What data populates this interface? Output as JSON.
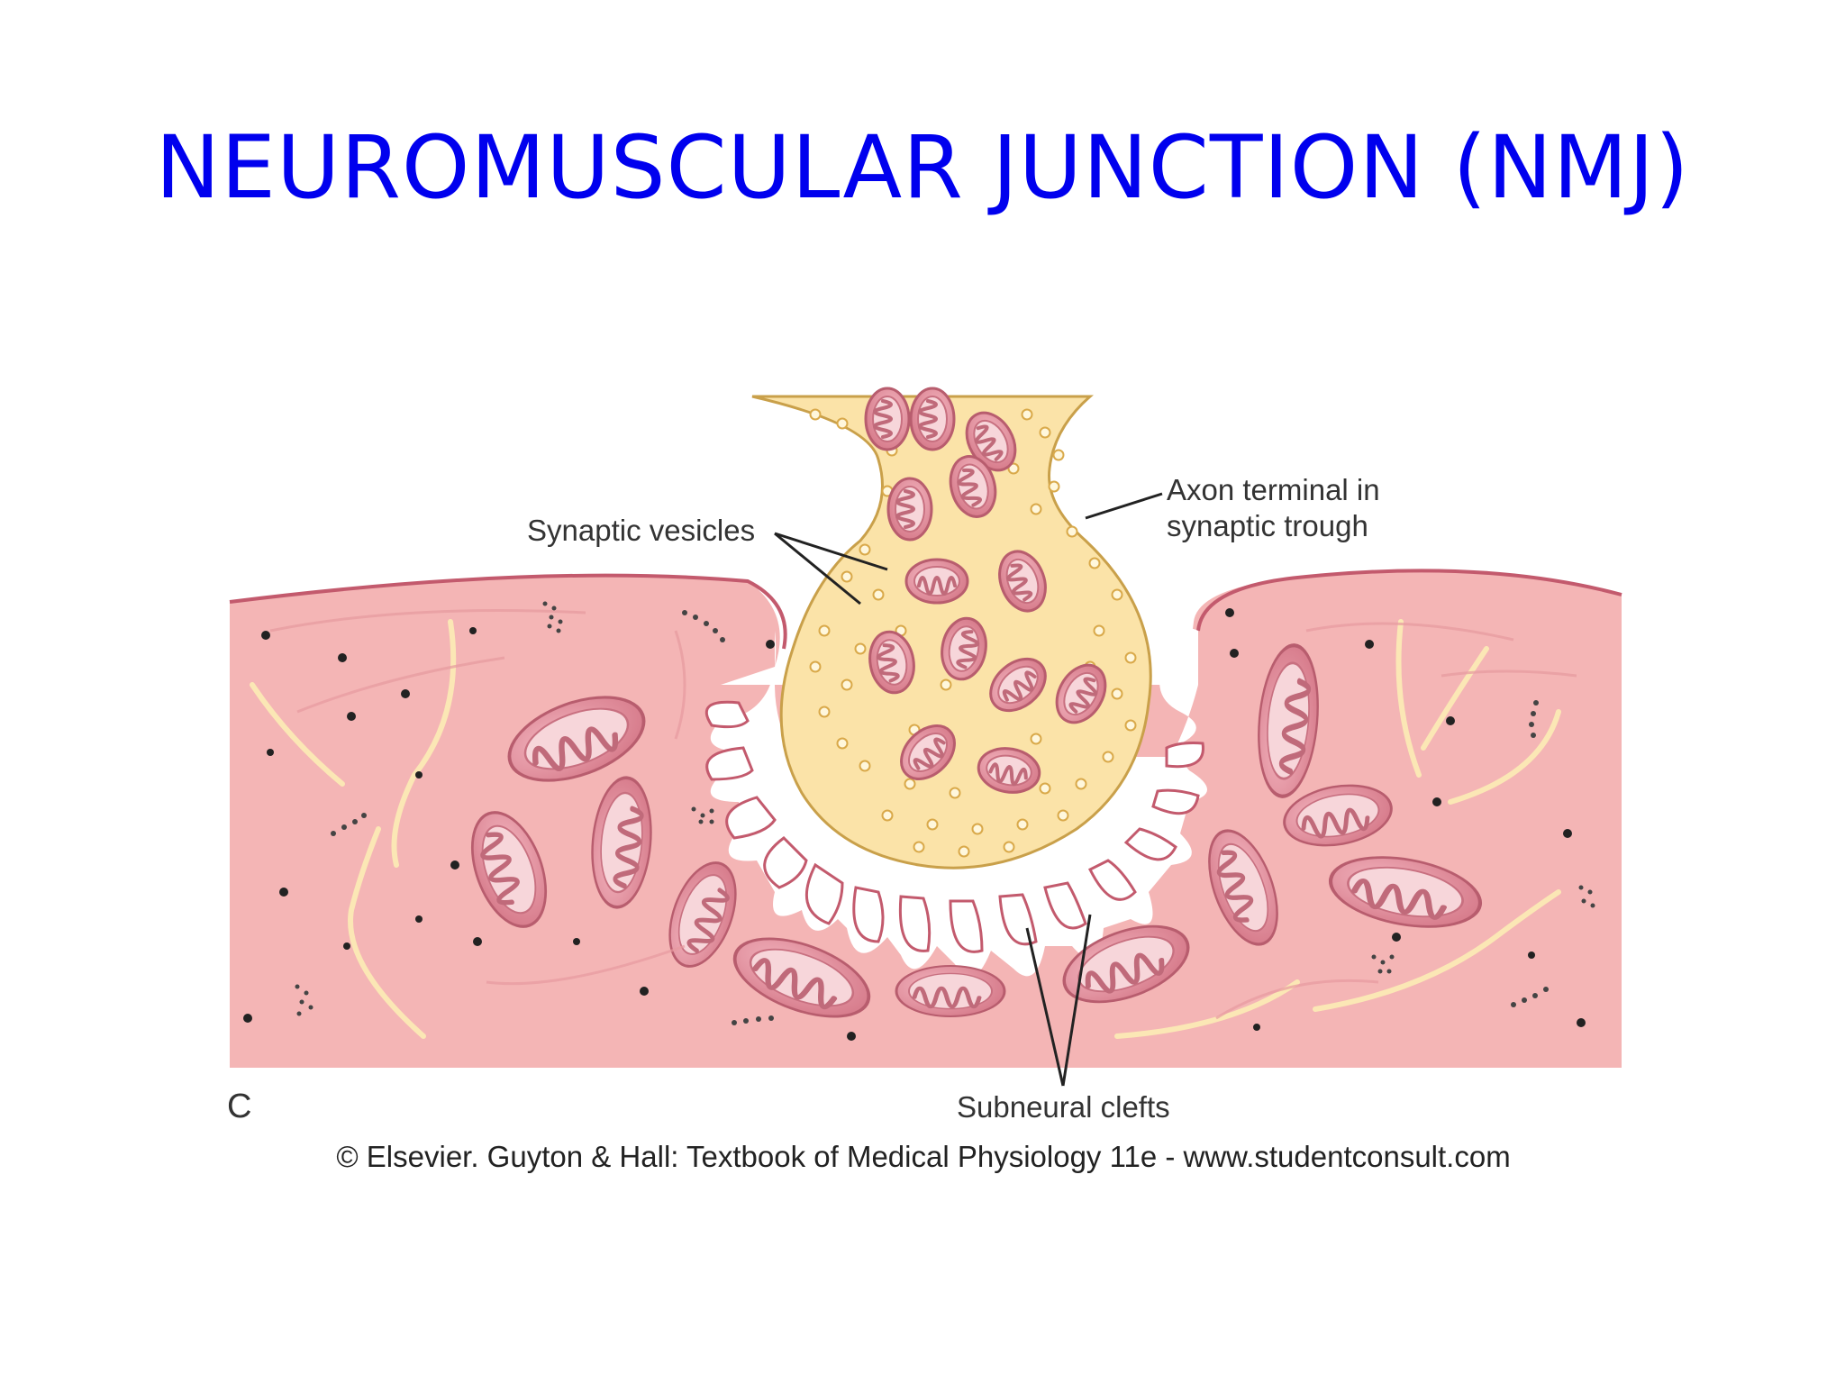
{
  "slide": {
    "title": "NEUROMUSCULAR JUNCTION (NMJ)"
  },
  "figure": {
    "labels": {
      "synaptic_vesicles": "Synaptic vesicles",
      "axon_terminal_line1": "Axon terminal in",
      "axon_terminal_line2": "synaptic trough",
      "subneural_clefts": "Subneural clefts",
      "panel_letter": "C"
    },
    "caption": "© Elsevier. Guyton & Hall: Textbook of Medical Physiology 11e - www.studentconsult.com"
  },
  "colors": {
    "title": "#0000ee",
    "muscle": "#f4b5b5",
    "axon_terminal": "#fbe3a8",
    "mitochondrion": "#e89aa6"
  }
}
